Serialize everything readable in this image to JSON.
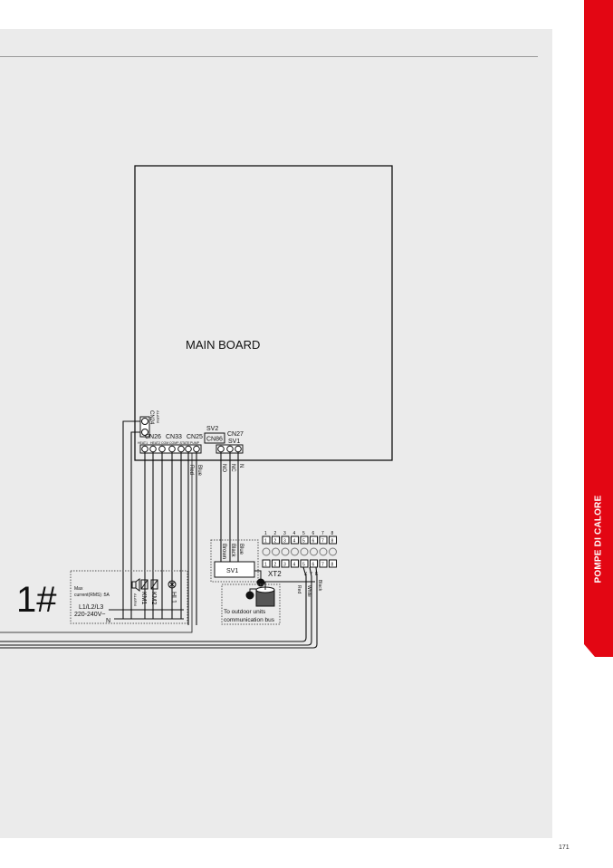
{
  "side_tab": {
    "label": "POMPE DI CALORE",
    "color": "#e30613"
  },
  "page_number": "171",
  "diagram": {
    "unit_label": "1#",
    "main_board": "MAIN BOARD",
    "connectors": {
      "cn24": "CN24",
      "alarm": "ALARM",
      "cn26": "CN26",
      "cn33": "CN33",
      "cn25": "CN25",
      "sv2": "SV2",
      "cn86": "CN86",
      "cn27": "CN27",
      "sv1": "SV1",
      "heat1": "HEAT1",
      "heat2_com": "HEAT2 COM",
      "comp_state": "COMP-STATE",
      "pump": "PUMP"
    },
    "wire_labels": {
      "red": "Red",
      "blue": "Blue",
      "no": "NO",
      "nc": "NC",
      "n": "N",
      "brown": "Brown",
      "black": "Black",
      "blue2": "Blue",
      "bus_red": "Red",
      "bus_white": "White",
      "bus_black": "Black"
    },
    "power": {
      "max_current": "Max",
      "max_current2": "current(RMS) :5A",
      "phases": "L1/L2/L3",
      "voltage": "220-240V~",
      "neutral": "N"
    },
    "loads": {
      "alarm": "ALARM",
      "km1": "KM1",
      "km2": "KM2",
      "hl1": "HL1"
    },
    "sv1_box": "SV1",
    "xt2": {
      "label": "XT2",
      "numbers": [
        "1",
        "2",
        "3",
        "4",
        "5",
        "6",
        "7",
        "8"
      ],
      "bus": [
        "X",
        "Y",
        "E"
      ]
    },
    "outdoor": {
      "line1": "To outdoor units",
      "line2": "communication bus"
    }
  }
}
